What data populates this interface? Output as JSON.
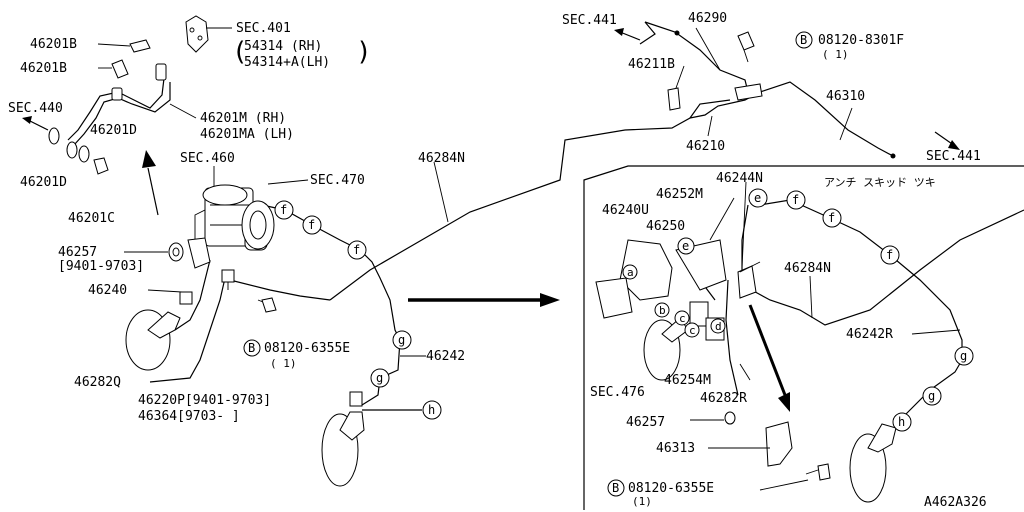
{
  "diagram_id": "A462A326",
  "labels": {
    "sec401": "SEC.401",
    "p54314_rh": "54314   (RH)",
    "p54314a_lh": "54314+A(LH)",
    "p46201b_a": "46201B",
    "p46201b_b": "46201B",
    "sec440": "SEC.440",
    "p46201d_a": "46201D",
    "p46201m": "46201M  (RH)",
    "p46201ma": "46201MA (LH)",
    "p46201d_b": "46201D",
    "p46201c": "46201C",
    "sec460": "SEC.460",
    "sec470": "SEC.470",
    "p46257_l": "46257",
    "date_9401_9703": "[9401-9703]",
    "p46240": "46240",
    "bolt_6355_l": "08120-6355E",
    "qty_l": "( 1)",
    "p46242": "46242",
    "p46282q": "46282Q",
    "p46220p": "46220P[9401-9703]",
    "p46364": "46364[9703-     ]",
    "p46284n_top": "46284N",
    "sec441_a": "SEC.441",
    "p46290": "46290",
    "bolt_8301f": "08120-8301F",
    "qty_top": "( 1)",
    "p46211b": "46211B",
    "p46310": "46310",
    "p46210": "46210",
    "sec441_b": "SEC.441",
    "p46244n": "46244N",
    "p46252m": "46252M",
    "p46240u": "46240U",
    "p46250": "46250",
    "abs_note": "アンチ  スキッド  ツキ",
    "p46284n_r": "46284N",
    "p46242r": "46242R",
    "sec476": "SEC.476",
    "p46254m": "46254M",
    "p46282r": "46282R",
    "p46257_r": "46257",
    "p46313": "46313",
    "bolt_6355_r": "08120-6355E",
    "qty_r": "(1)"
  },
  "callouts": {
    "a": "a",
    "b": "b",
    "c1": "c",
    "c2": "c",
    "d": "d",
    "e1": "e",
    "e2": "e",
    "f": "f",
    "g": "g",
    "h": "h",
    "B": "B"
  }
}
